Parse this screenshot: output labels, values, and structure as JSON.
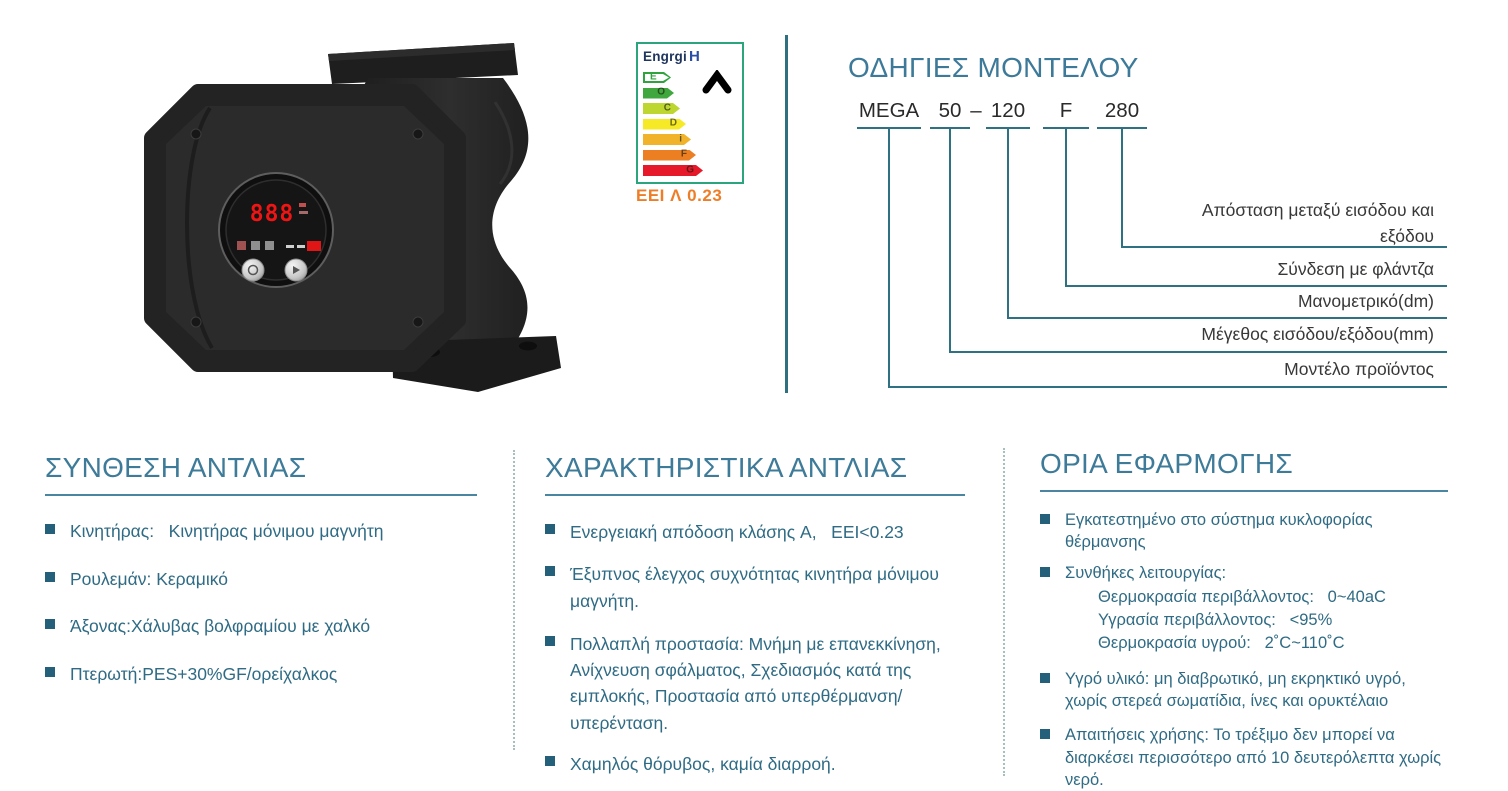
{
  "pump": {
    "display_value": "888"
  },
  "energy_label": {
    "brand_text": "Engrgi",
    "brand_logo": "H",
    "class_arrow": {
      "letter": "E",
      "color": "#2fa33c"
    },
    "bars": [
      {
        "letter": "O",
        "color": "#3fa73d"
      },
      {
        "letter": "C",
        "color": "#bdd630"
      },
      {
        "letter": "D",
        "color": "#f6e926"
      },
      {
        "letter": "i",
        "color": "#f0b32a"
      },
      {
        "letter": "F",
        "color": "#ec7f22"
      },
      {
        "letter": "G",
        "color": "#e6192b"
      }
    ],
    "eei_text": "EEI Λ 0.23",
    "border_color": "#2aa57e"
  },
  "model_guide": {
    "title": "ΟΔΗΓΙΕΣ ΜΟΝΤΕΛΟΥ",
    "code_parts": [
      "MEGA",
      "50",
      "–",
      "120",
      "F",
      "280"
    ],
    "labels": [
      "Απόσταση μεταξύ εισόδου και",
      "εξόδου",
      "Σύνδεση με φλάντζα",
      "Μανομετρικό(dm)",
      "Μέγεθος εισόδου/εξόδου(mm)",
      "Μοντέλο προϊόντος"
    ],
    "line_color": "#2d7183"
  },
  "composition": {
    "title": "ΣΥΝΘΕΣΗ ΑΝΤΛΙΑΣ",
    "items": [
      "Κινητήρας:   Κινητήρας μόνιμου μαγνήτη",
      "Ρουλεμάν: Κεραμικό",
      "Άξονας:Χάλυβας βολφραμίου με χαλκό",
      "Πτερωτή:PES+30%GF/ορείχαλκος"
    ]
  },
  "features": {
    "title": "ΧΑΡΑΚΤΗΡΙΣΤΙΚΑ ΑΝΤΛΙΑΣ",
    "items": [
      "Ενεργειακή απόδοση κλάσης A,   EEI<0.23",
      "Έξυπνος έλεγχος συχνότητας κινητήρα μόνιμου μαγνήτη.",
      "Πολλαπλή προστασία: Μνήμη με επανεκκίνηση, Ανίχνευση σφάλματος, Σχεδιασμός κατά της εμπλοκής, Προστασία από υπερθέρμανση/υπερένταση.",
      "Χαμηλός θόρυβος, καμία διαρροή."
    ]
  },
  "limits": {
    "title": "ΟΡΙΑ ΕΦΑΡΜΟΓΗΣ",
    "item1": "Εγκατεστημένο στο σύστημα κυκλοφορίας θέρμανσης",
    "item2": "Συνθήκες λειτουργίας:",
    "conditions": [
      "Θερμοκρασία περιβάλλοντος:   0~40aC",
      "Υγρασία περιβάλλοντος:   <95%",
      "Θερμοκρασία υγρού:   2˚C~110˚C"
    ],
    "item3": "Υγρό υλικό: μη διαβρωτικό, μη εκρηκτικό υγρό, χωρίς στερεά σωματίδια, ίνες και ορυκτέλαιο",
    "item4": "Απαιτήσεις χρήσης: Το τρέξιμο δεν μπορεί να διαρκέσει περισσότερο από 10 δευτερόλεπτα χωρίς νερό."
  }
}
